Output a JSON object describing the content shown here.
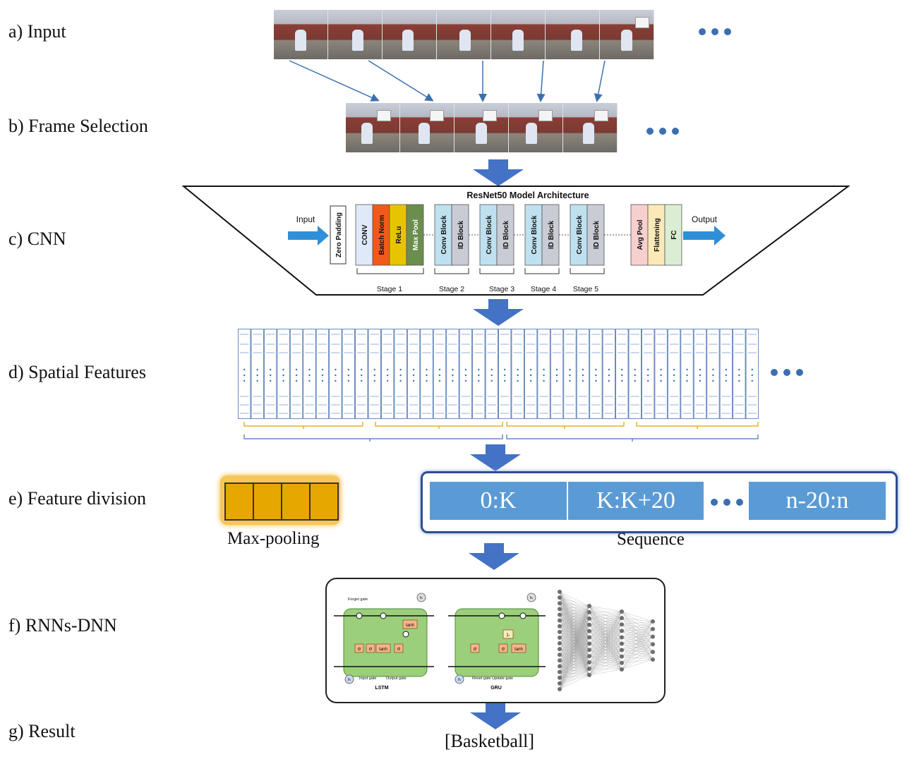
{
  "labels": {
    "a": "a) Input",
    "b": "b) Frame Selection",
    "c": "c) CNN",
    "d": "d) Spatial Features",
    "e": "e) Feature division",
    "f": "f) RNNs-DNN",
    "g": "g) Result"
  },
  "cnn": {
    "title": "ResNet50 Model Architecture",
    "input": "Input",
    "output": "Output",
    "zero_padding": "Zero Padding",
    "stage1_blocks": [
      "CONV",
      "Batch Norm",
      "ReLu",
      "Max Pool"
    ],
    "stage_blocks": [
      "Conv Block",
      "ID Block"
    ],
    "tail_blocks": [
      "Avg Pool",
      "Flattening",
      "FC"
    ],
    "stages": [
      "Stage 1",
      "Stage 2",
      "Stage 3",
      "Stage 4",
      "Stage 5"
    ],
    "colors": {
      "conv": "#dfe9f7",
      "batch_norm": "#f05a1a",
      "relu": "#e8c400",
      "max_pool": "#6b8e4e",
      "conv_block": "#bfe0ef",
      "id_block": "#c9ccd4",
      "avg_pool": "#f7cfcf",
      "flattening": "#fbe9b8",
      "fc": "#dbeed3",
      "arrow": "#2f8fd8"
    }
  },
  "division": {
    "maxpool_caption": "Max-pooling",
    "sequence_caption": "Sequence",
    "segments": [
      "0:K",
      "K:K+20",
      "n-20:n"
    ]
  },
  "rnn": {
    "lstm": {
      "title": "LSTM",
      "forget_gate": "Forget gate",
      "input_gate": "Input gate",
      "output_gate": "Output gate",
      "tanh": "tanh",
      "sigma": "σ",
      "h": "hₜ",
      "x": "Xₜ"
    },
    "gru": {
      "title": "GRU",
      "reset_update": "Reset gate Update gate",
      "tanh": "tanh",
      "sigma": "σ",
      "one_minus": "1-",
      "h": "hₜ",
      "x": "Xₜ"
    }
  },
  "result": "[Basketball]",
  "colors": {
    "big_arrow": "#4472c4",
    "dots": "#3c6fb0",
    "seq_fill": "#5b9bd5",
    "maxpool_fill": "#e6a800"
  }
}
